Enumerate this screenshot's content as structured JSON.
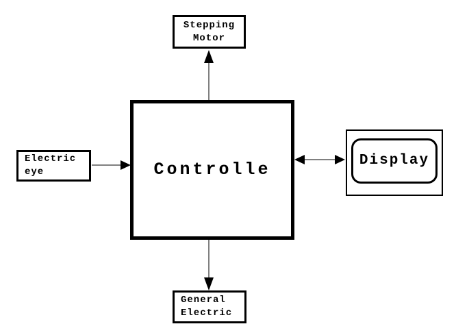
{
  "colors": {
    "background": "#ffffff",
    "border": "#000000",
    "line": "#808080",
    "text": "#000000"
  },
  "boxes": {
    "controller": {
      "label": "Controlle"
    },
    "stepping_motor": {
      "line1": "Stepping",
      "line2": "Motor"
    },
    "electric_eye": {
      "line1": "Electric",
      "line2": "eye"
    },
    "display": {
      "label": "Display"
    },
    "general_electric": {
      "line1": "General",
      "line2": "Electric"
    }
  },
  "connections": [
    {
      "from": "controller",
      "to": "stepping_motor",
      "direction": "up",
      "arrow": "single"
    },
    {
      "from": "electric_eye",
      "to": "controller",
      "direction": "right",
      "arrow": "single"
    },
    {
      "from": "controller",
      "to": "display",
      "direction": "horizontal",
      "arrow": "double"
    },
    {
      "from": "controller",
      "to": "general_electric",
      "direction": "down",
      "arrow": "single"
    }
  ]
}
